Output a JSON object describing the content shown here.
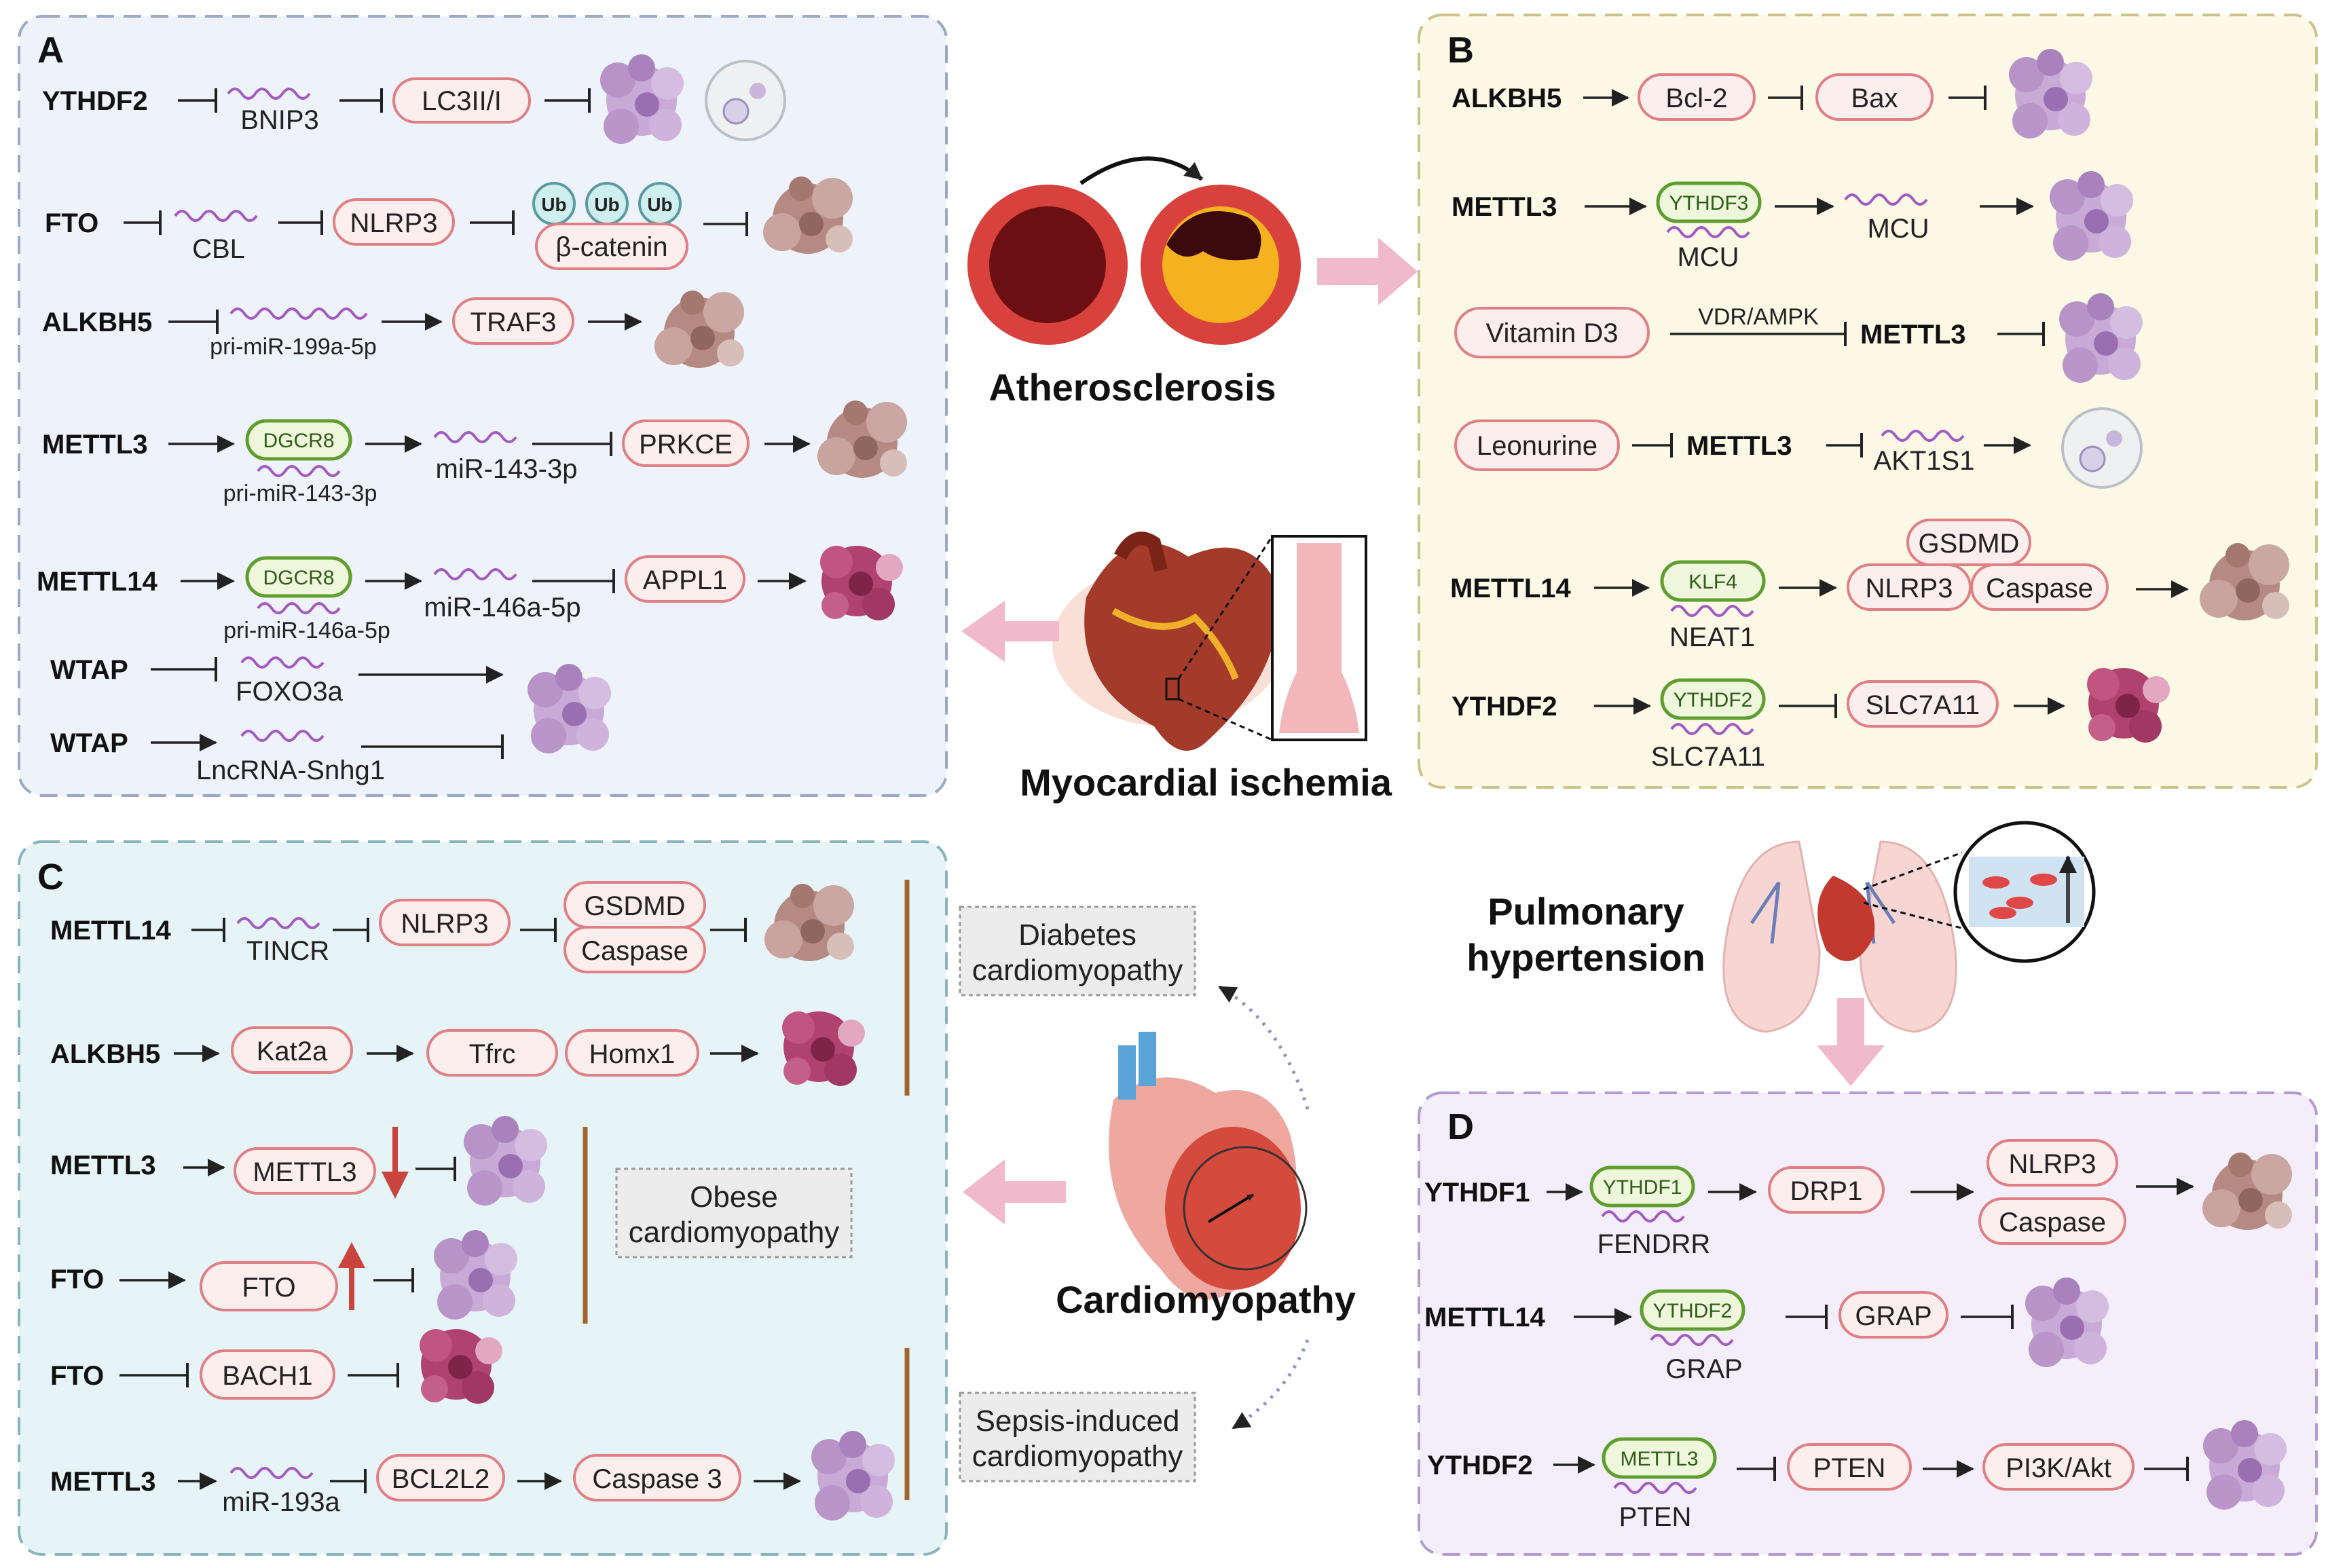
{
  "panels": {
    "a": "A",
    "b": "B",
    "c": "C",
    "d": "D"
  },
  "diseases": {
    "atherosclerosis": "Atherosclerosis",
    "myocardial": "Myocardial ischemia",
    "pulmonary_1": "Pulmonary",
    "pulmonary_2": "hypertension",
    "cardiomyopathy": "Cardiomyopathy"
  },
  "subtypes": {
    "diabetes_1": "Diabetes",
    "diabetes_2": "cardiomyopathy",
    "obese_1": "Obese",
    "obese_2": "cardiomyopathy",
    "sepsis_1": "Sepsis-induced",
    "sepsis_2": "cardiomyopathy"
  },
  "a": {
    "r1": {
      "src": "YTHDF2",
      "rna": "BNIP3",
      "t1": "LC3II/I"
    },
    "r2": {
      "src": "FTO",
      "rna": "CBL",
      "t1": "NLRP3",
      "ub": "Ub",
      "t2": "β-catenin"
    },
    "r3": {
      "src": "ALKBH5",
      "rna": "pri-miR-199a-5p",
      "t1": "TRAF3"
    },
    "r4": {
      "src": "METTL3",
      "reader": "DGCR8",
      "rna": "pri-miR-143-3p",
      "mid": "miR-143-3p",
      "t1": "PRKCE"
    },
    "r5": {
      "src": "METTL14",
      "reader": "DGCR8",
      "rna": "pri-miR-146a-5p",
      "mid": "miR-146a-5p",
      "t1": "APPL1"
    },
    "r6": {
      "src": "WTAP",
      "rna": "FOXO3a"
    },
    "r7": {
      "src": "WTAP",
      "rna": "LncRNA-Snhg1"
    }
  },
  "b": {
    "r1": {
      "src": "ALKBH5",
      "t1": "Bcl-2",
      "t2": "Bax"
    },
    "r2": {
      "src": "METTL3",
      "reader": "YTHDF3",
      "rna": "MCU",
      "mid": "MCU"
    },
    "r3": {
      "src": "Vitamin D3",
      "path": "VDR/AMPK",
      "t1": "METTL3"
    },
    "r4": {
      "src": "Leonurine",
      "t1": "METTL3",
      "mid": "AKT1S1"
    },
    "r5": {
      "src": "METTL14",
      "reader": "KLF4",
      "rna": "NEAT1",
      "top": "GSDMD",
      "t1": "NLRP3",
      "t2": "Caspase"
    },
    "r6": {
      "src": "YTHDF2",
      "reader": "YTHDF2",
      "rna": "SLC7A11",
      "t1": "SLC7A11"
    }
  },
  "c": {
    "r1": {
      "src": "METTL14",
      "rna": "TINCR",
      "t1": "NLRP3",
      "top": "GSDMD",
      "t2": "Caspase"
    },
    "r2": {
      "src": "ALKBH5",
      "t1": "Kat2a",
      "t2": "Tfrc",
      "t3": "Homx1"
    },
    "r3": {
      "src": "METTL3",
      "t1": "METTL3"
    },
    "r4": {
      "src": "FTO",
      "t1": "FTO"
    },
    "r5": {
      "src": "FTO",
      "t1": "BACH1"
    },
    "r6": {
      "src": "METTL3",
      "rna": "miR-193a",
      "t1": "BCL2L2",
      "t2": "Caspase 3"
    }
  },
  "d": {
    "r1": {
      "src": "YTHDF1",
      "reader": "YTHDF1",
      "rna": "FENDRR",
      "t1": "DRP1",
      "t2": "NLRP3",
      "t3": "Caspase"
    },
    "r2": {
      "src": "METTL14",
      "reader": "YTHDF2",
      "rna": "GRAP",
      "t1": "GRAP"
    },
    "r3": {
      "src": "YTHDF2",
      "reader": "METTL3",
      "rna": "PTEN",
      "t1": "PTEN",
      "t2": "PI3K/Akt"
    }
  },
  "colors": {
    "panel_a": "#eef3fb",
    "panel_b": "#fbf8e6",
    "panel_c": "#e6f4f7",
    "panel_d": "#f4eefa",
    "pill_border": "#e07f84",
    "reader_border": "#5e9e2e",
    "rna_wave": "#a35bc2",
    "arrow_pink": "#f0b9cc"
  },
  "icons": {
    "cell_death": "cell-cluster-icon",
    "vessel": "artery-icon",
    "heart": "heart-icon",
    "lungs": "lungs-icon"
  }
}
